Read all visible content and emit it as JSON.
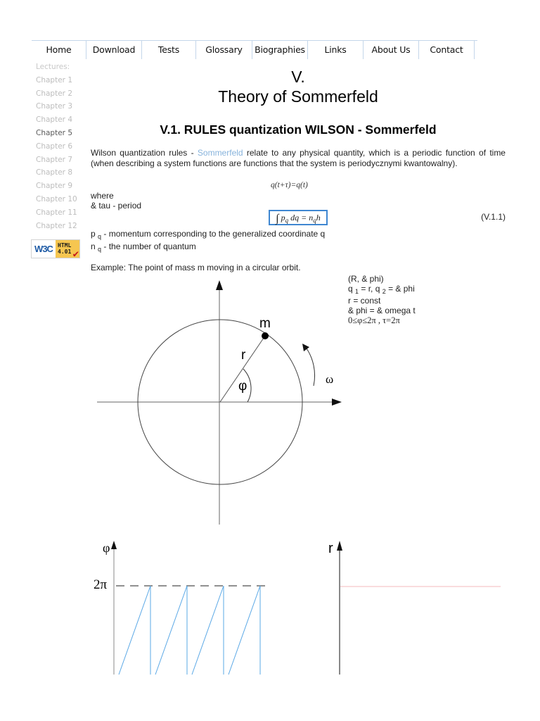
{
  "nav": {
    "tabs": [
      {
        "label": "Home",
        "width": 78
      },
      {
        "label": "Download",
        "width": 79
      },
      {
        "label": "Tests",
        "width": 77
      },
      {
        "label": "Glossary",
        "width": 80
      },
      {
        "label": "Biographies",
        "width": 79
      },
      {
        "label": "Links",
        "width": 79
      },
      {
        "label": "About Us",
        "width": 79
      },
      {
        "label": "Contact",
        "width": 79
      }
    ]
  },
  "sidebar": {
    "heading": "Lectures:",
    "items": [
      {
        "label": "Chapter 1"
      },
      {
        "label": "Chapter 2"
      },
      {
        "label": "Chapter 3"
      },
      {
        "label": "Chapter 4"
      },
      {
        "label": "Chapter 5",
        "active": true
      },
      {
        "label": "Chapter 6"
      },
      {
        "label": "Chapter 7"
      },
      {
        "label": "Chapter 8"
      },
      {
        "label": "Chapter 9"
      },
      {
        "label": "Chapter 10"
      },
      {
        "label": "Chapter 11"
      },
      {
        "label": "Chapter 12"
      }
    ],
    "badge": {
      "left": "W3C",
      "line1": "HTML",
      "line2": "4.01",
      "check": "✔"
    }
  },
  "content": {
    "roman": "V.",
    "title": "Theory of Sommerfeld",
    "subtitle": "V.1. RULES quantization WILSON - Sommerfeld",
    "intro_before_link": "Wilson quantization rules - ",
    "intro_link": "Sommerfeld",
    "intro_after_link": " relate to any physical quantity, which is a periodic function of time (when describing a system functions are functions that the system is periodycznymi kwantowalny).",
    "periodic_eq": "q(t+τ)=q(t)",
    "where": "where",
    "tau_def": "& tau - period",
    "rule_eq": {
      "integral": "∫",
      "body": "p",
      "sub1": "q",
      "mid": " dq = n",
      "sub2": "q",
      "end": "h"
    },
    "eq_number": "(V.1.1)",
    "pq_def": {
      "var": "p",
      "sub": "q",
      "text": " - momentum corresponding to the generalized coordinate q"
    },
    "nq_def": {
      "var": "n",
      "sub": "q",
      "text": " - the number of quantum"
    },
    "example": "Example: The point of mass m moving in a circular orbit.",
    "notes": {
      "line1": "(R, & phi)",
      "line2_a": "q ",
      "line2_s1": "1",
      "line2_b": " = r, q ",
      "line2_s2": "2",
      "line2_c": " = & phi",
      "line3": "r = const",
      "line4": "& phi = & omega t",
      "line5": "0≤φ≤2π ,    τ=2π"
    }
  },
  "figures": {
    "circle": {
      "mass_label": "m",
      "radius_label": "r",
      "angle_label": "φ",
      "omega_label": "ω"
    },
    "phi_plot": {
      "axis_label": "φ",
      "level_label": "2π",
      "line_color": "#5aa8e6",
      "dash_color": "#222222"
    },
    "r_plot": {
      "axis_label": "r",
      "line_color": "#f4b8bc"
    }
  },
  "colors": {
    "nav_border": "#c4d6ea",
    "link": "#87b3dc",
    "eq_box_border": "#3f87d1",
    "sidebar_inactive": "#bdbdbd",
    "sidebar_active": "#5a5a5a"
  }
}
